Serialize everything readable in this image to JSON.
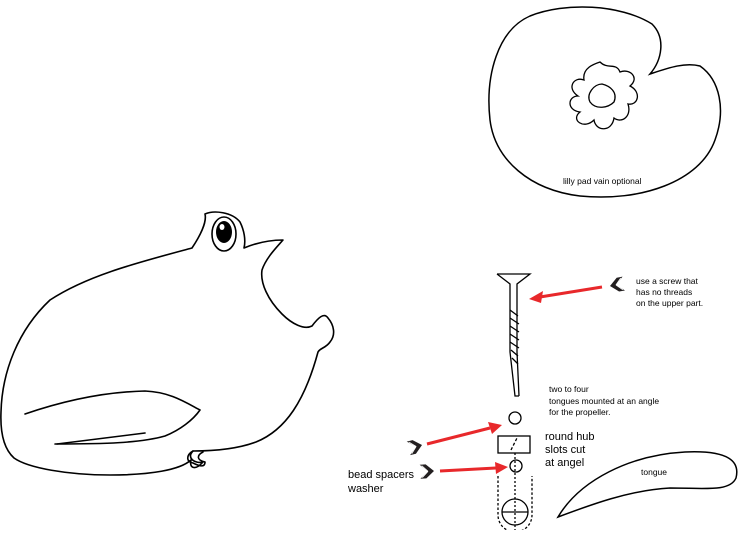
{
  "labels": {
    "lilly_pad": "lilly pad vain optional",
    "screw_note_1": "use a screw that",
    "screw_note_2": "has no threads",
    "screw_note_3": "on the upper part.",
    "tongues_note_1": "two to four",
    "tongues_note_2": "tongues mounted at an angle",
    "tongues_note_3": "for the propeller.",
    "hub_1": "round hub",
    "hub_2": "slots cut",
    "hub_3": "at angel",
    "bead_1": "bead spacers",
    "bead_2": "washer",
    "tongue": "tongue"
  },
  "colors": {
    "line": "#000000",
    "arrow_red": "#e8282b",
    "fletching": "#231f20"
  },
  "icons": [
    "frog-drawing",
    "lily-pad-drawing",
    "flower-icon",
    "screw-drawing",
    "red-arrow-icon",
    "hub-drawing",
    "tongue-blade-drawing"
  ]
}
